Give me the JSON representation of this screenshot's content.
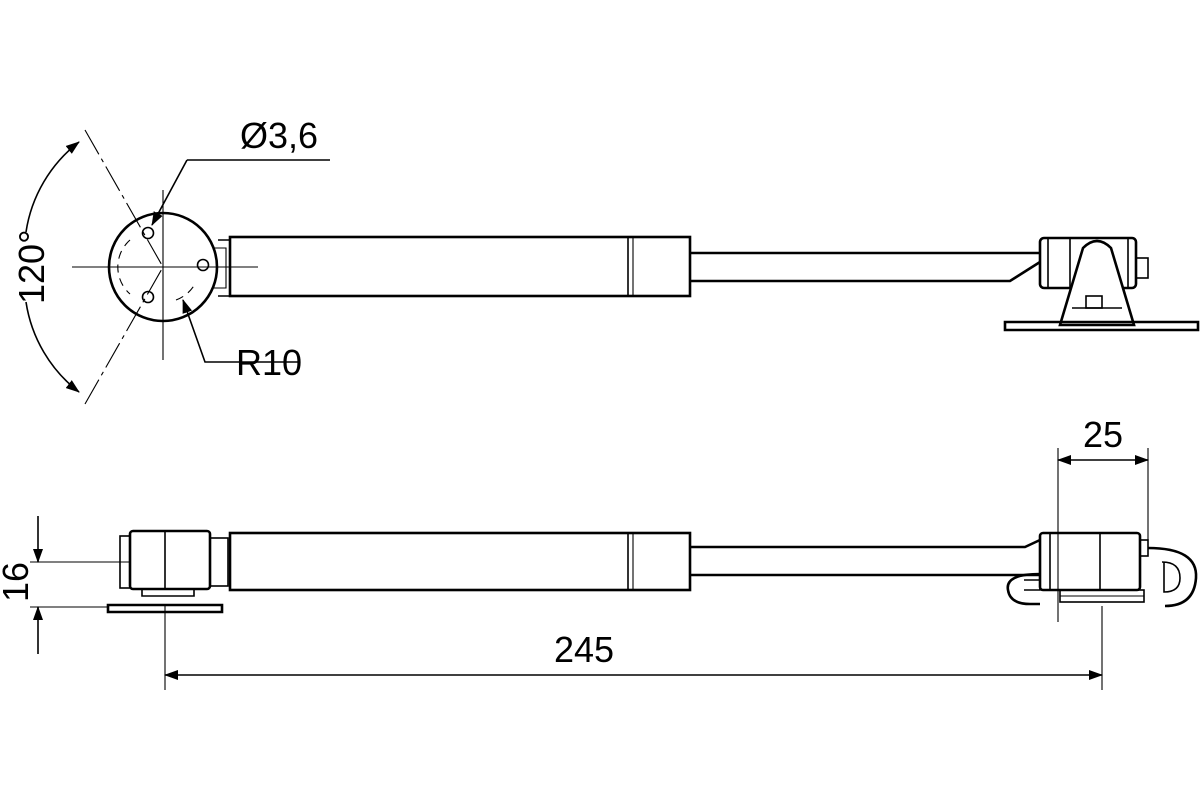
{
  "dimensions": {
    "hole_diameter": "Ø3,6",
    "angle": "120°",
    "radius": "R10",
    "height": "16",
    "bracket_width": "25",
    "overall_length": "245"
  },
  "colors": {
    "line": "#000000",
    "background": "#ffffff"
  }
}
